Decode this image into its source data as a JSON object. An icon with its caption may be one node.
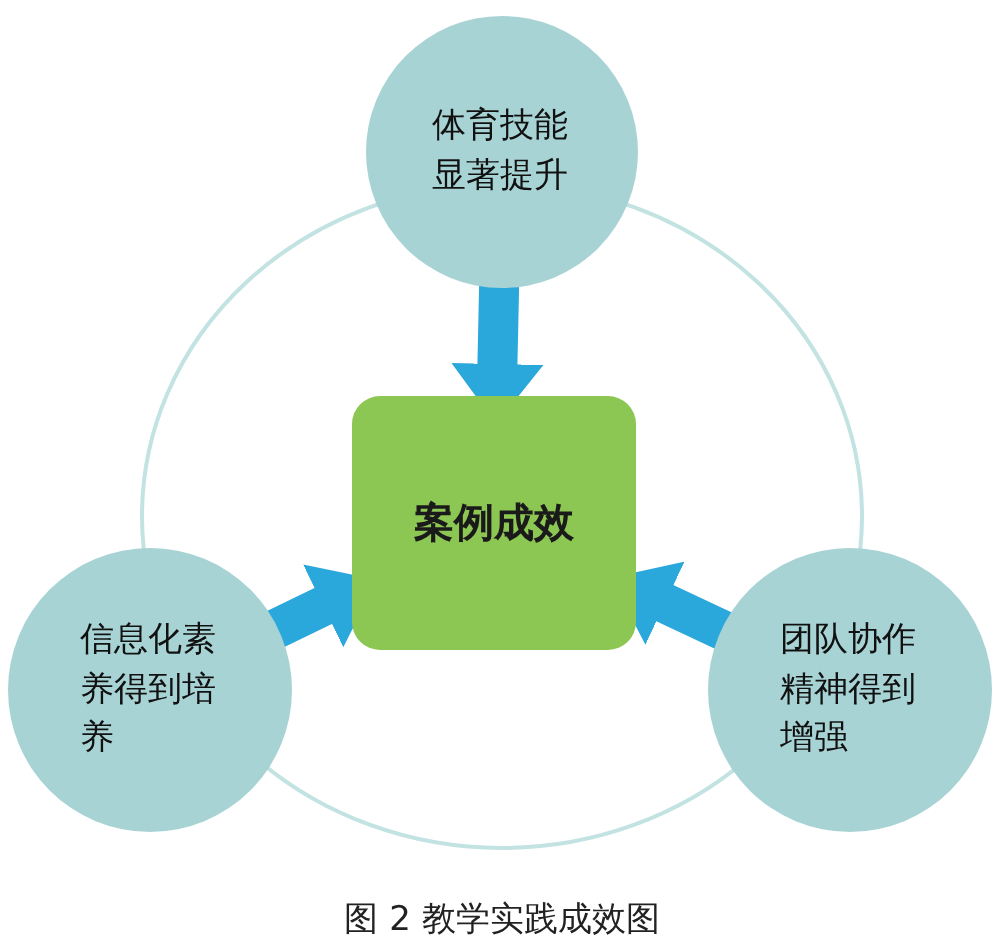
{
  "diagram": {
    "caption": "图 2 教学实践成效图",
    "nodes": [
      {
        "text": [
          "体育技能显著提升"
        ]
      },
      {
        "text": [
          "案例成效"
        ]
      },
      {
        "text": [
          "信息化素养得到培养"
        ]
      },
      {
        "text": [
          "团队协作精神得到增强"
        ]
      }
    ],
    "edges": [
      {
        "from": 0,
        "to": 1,
        "arrow": "to"
      },
      {
        "from": 2,
        "to": 1,
        "arrow": "to"
      },
      {
        "from": 3,
        "to": 1,
        "arrow": "to"
      }
    ]
  }
}
